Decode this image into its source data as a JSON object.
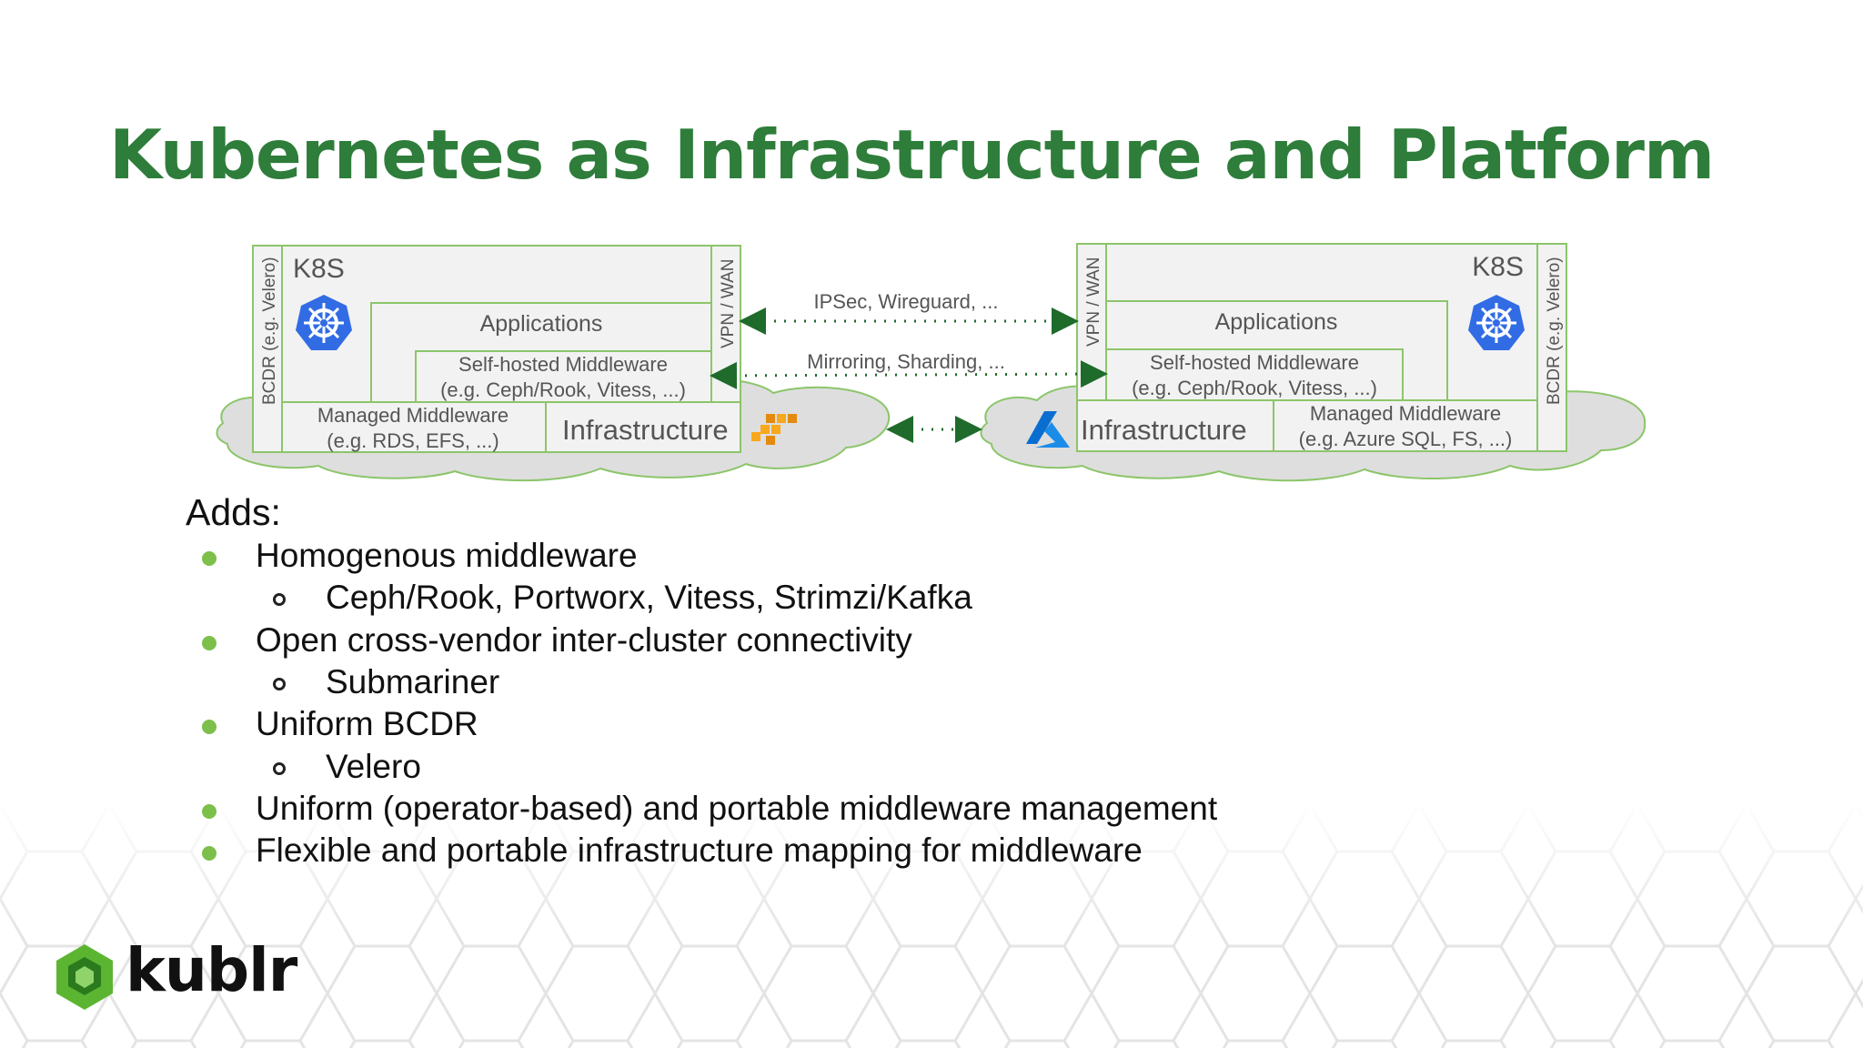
{
  "slide": {
    "title": "Kubernetes as Infrastructure and Platform"
  },
  "diagram": {
    "left_cluster": {
      "k8s_label": "K8S",
      "bcdr_label": "BCDR (e.g. Velero)",
      "vpn_label": "VPN / WAN",
      "applications_label": "Applications",
      "selfhosted_line1": "Self-hosted Middleware",
      "selfhosted_line2": "(e.g. Ceph/Rook, Vitess, ...)",
      "managed_line1": "Managed Middleware",
      "managed_line2": "(e.g. RDS, EFS, ...)",
      "infrastructure_label": "Infrastructure",
      "provider_icon": "aws-icon"
    },
    "right_cluster": {
      "k8s_label": "K8S",
      "bcdr_label": "BCDR (e.g. Velero)",
      "vpn_label": "VPN / WAN",
      "applications_label": "Applications",
      "selfhosted_line1": "Self-hosted Middleware",
      "selfhosted_line2": "(e.g. Ceph/Rook, Vitess, ...)",
      "managed_line1": "Managed Middleware",
      "managed_line2": "(e.g. Azure SQL, FS, ...)",
      "infrastructure_label": "Infrastructure",
      "provider_icon": "azure-icon"
    },
    "connections": {
      "vpn_link_label": "IPSec, Wireguard, ...",
      "data_link_label": "Mirroring, Sharding, ..."
    }
  },
  "content": {
    "adds_label": "Adds:",
    "bullets": [
      {
        "text": "Homogenous middleware",
        "level": 1
      },
      {
        "text": "Ceph/Rook, Portworx, Vitess, Strimzi/Kafka",
        "level": 2
      },
      {
        "text": "Open cross-vendor inter-cluster connectivity",
        "level": 1
      },
      {
        "text": "Submariner",
        "level": 2
      },
      {
        "text": "Uniform BCDR",
        "level": 1
      },
      {
        "text": "Velero",
        "level": 2
      },
      {
        "text": "Uniform (operator-based) and portable middleware management",
        "level": 1
      },
      {
        "text": "Flexible and portable infrastructure mapping for middleware",
        "level": 1
      }
    ]
  },
  "branding": {
    "logo_text": "kublr"
  },
  "colors": {
    "title_green": "#2e7d3a",
    "box_border_green": "#8cc56a",
    "box_fill": "#f2f2f2",
    "cloud_fill": "#dedede",
    "bullet_green": "#7cc04b",
    "k8s_blue": "#326ce5",
    "azure_blue": "#0a6ed1",
    "aws_orange": "#f7a81b"
  }
}
